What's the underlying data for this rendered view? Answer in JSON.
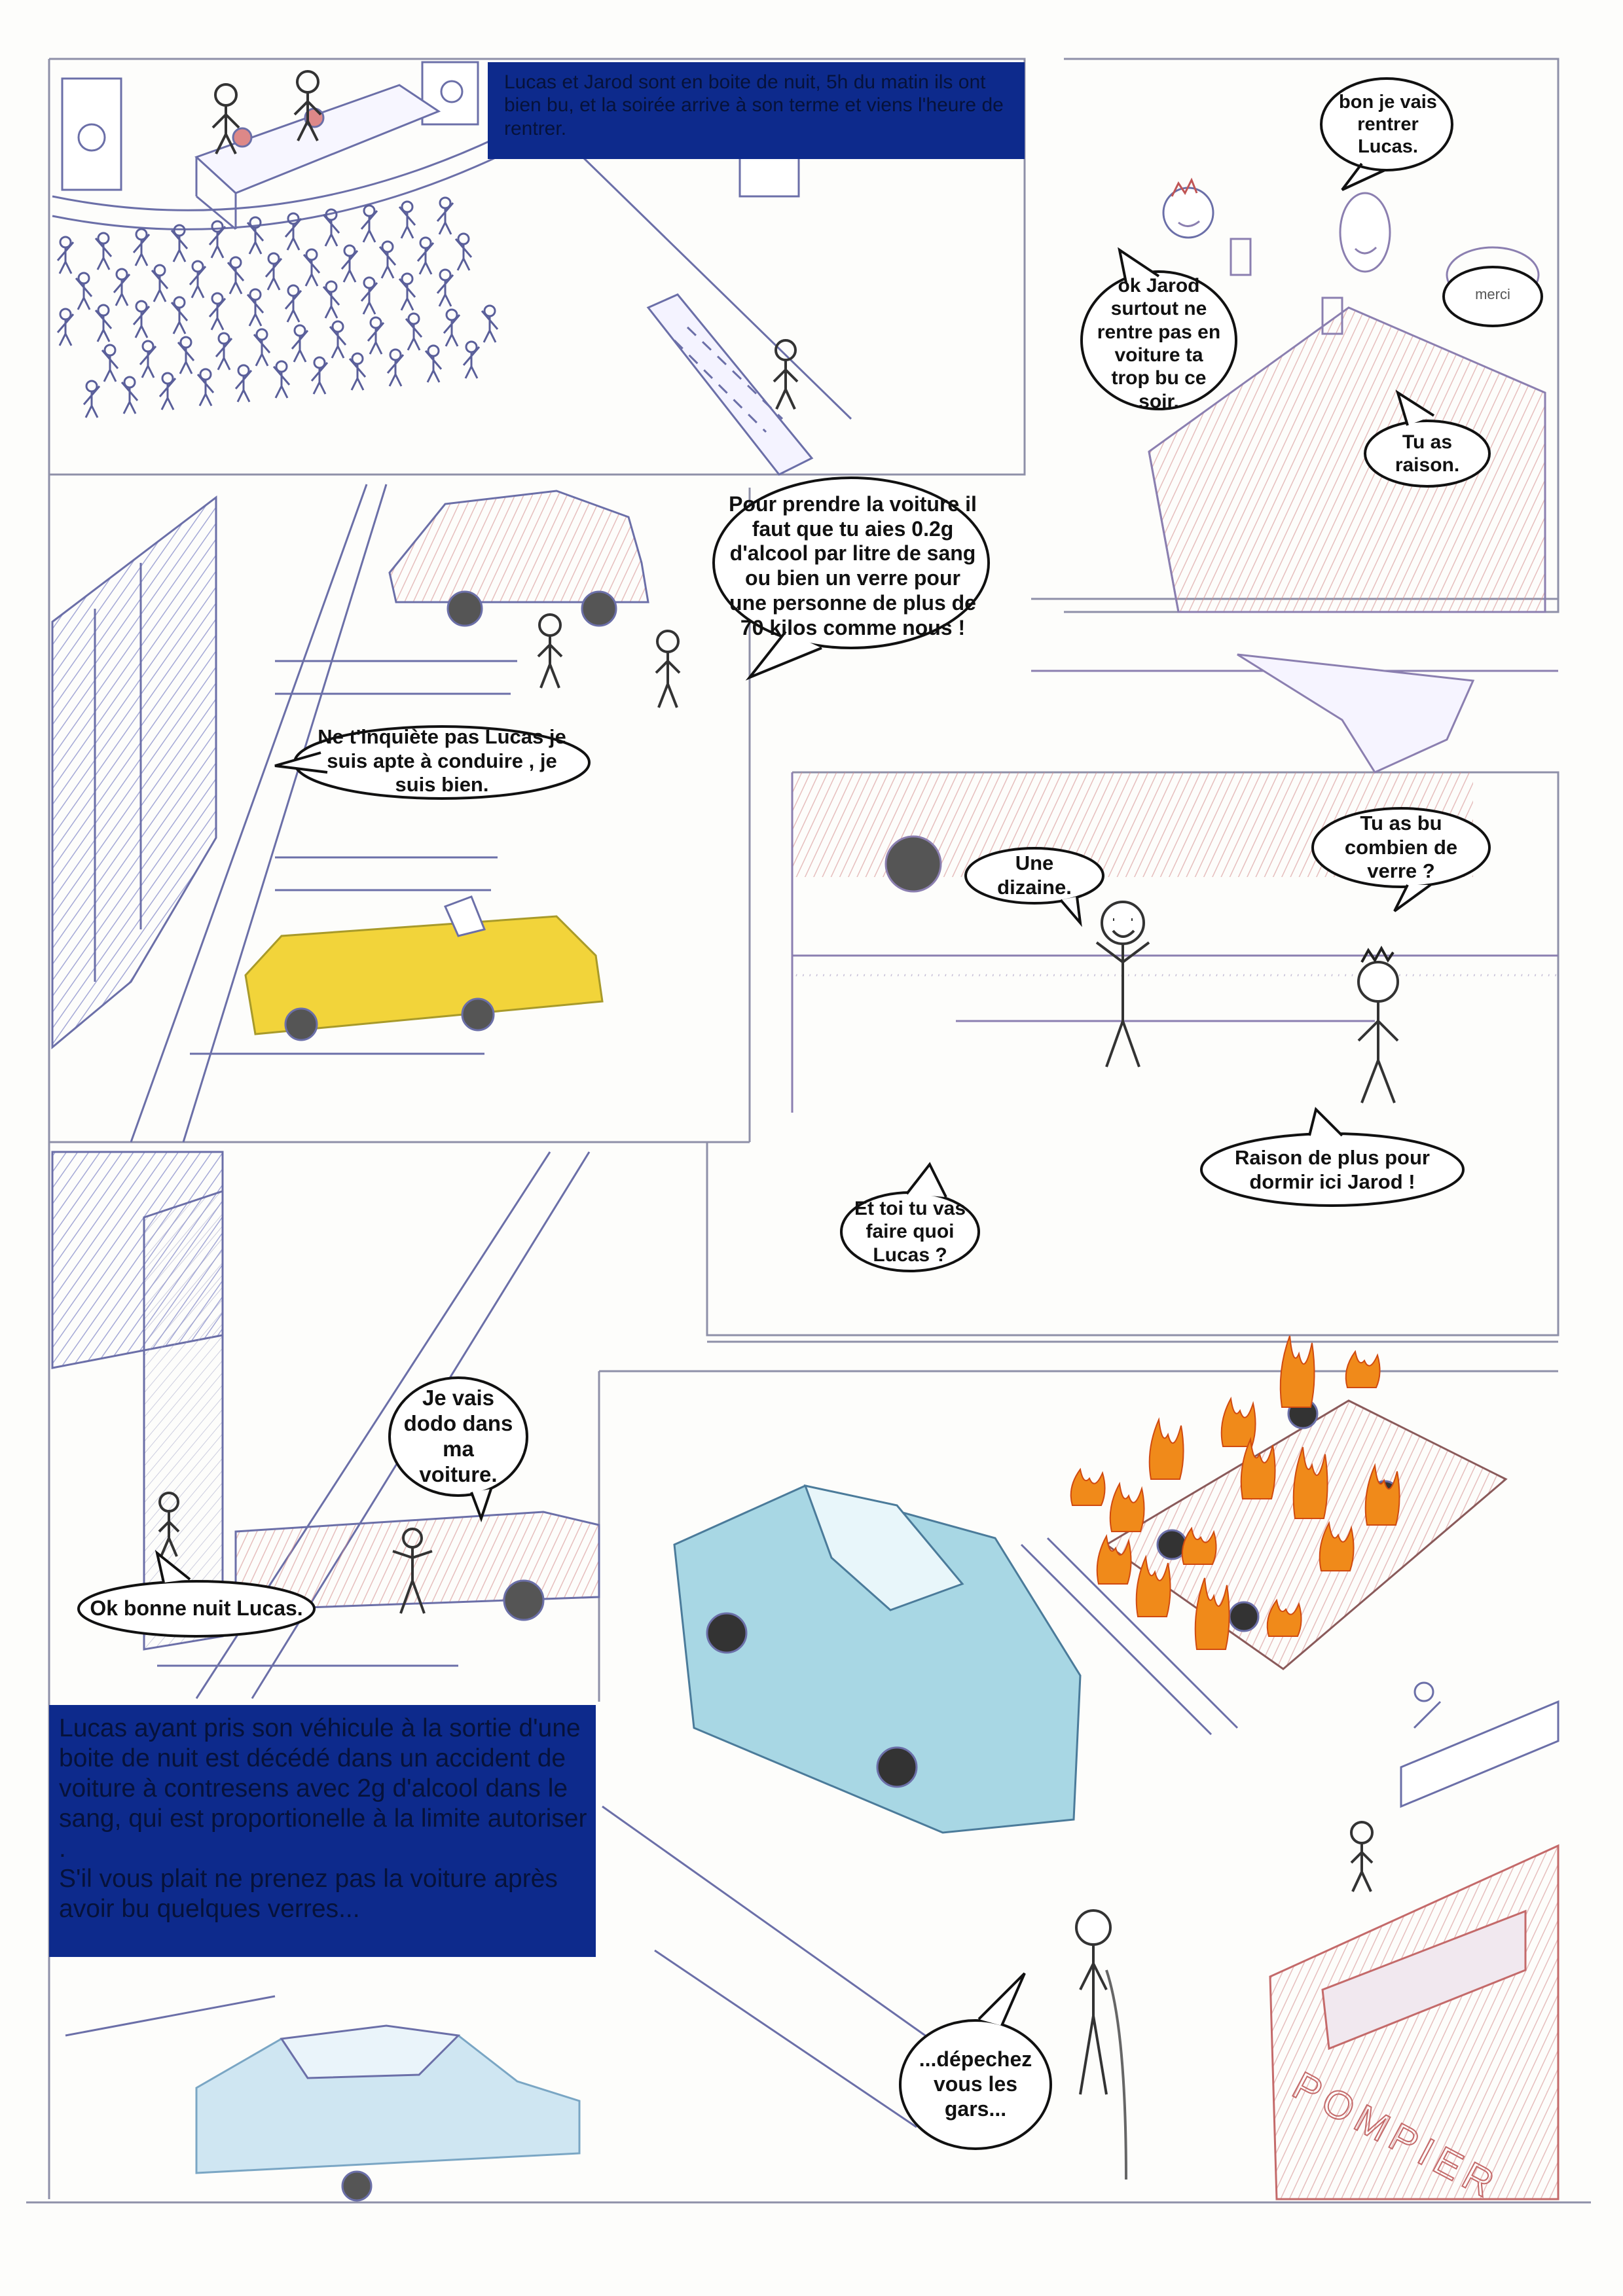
{
  "captions": {
    "intro": "Lucas et Jarod sont en boite de nuit, 5h du matin ils ont bien bu, et la soirée arrive à son terme et viens l'heure de rentrer.",
    "ending": "Lucas ayant pris son véhicule à la sortie d'une boite de nuit est décédé dans un accident de voiture à contresens avec 2g d'alcool dans le sang, qui est proportionelle à la limite autoriser .\nS'il vous plait ne prenez pas la voiture après avoir bu quelques verres..."
  },
  "bubbles": {
    "rentrer": "bon je vais rentrer Lucas.",
    "okjarod": "ok Jarod surtout ne rentre pas en voiture ta trop bu ce soir.",
    "merci": "merci",
    "raison": "Tu as raison.",
    "pour": "Pour prendre la voiture il faut que tu aies 0.2g d'alcool par litre de sang ou bien un verre pour une personne de plus de 70 kilos comme nous !",
    "inquiete": "Ne t'inquiète pas Lucas je suis apte à conduire , je suis bien.",
    "combien": "Tu as bu combien de verre ?",
    "dizaine": "Une dizaine.",
    "raisonplus": "Raison de plus pour dormir ici Jarod !",
    "ettoi": "Et toi tu vas faire quoi Lucas ?",
    "dodo": "Je vais dodo dans ma voiture.",
    "bonnenuit": "Ok bonne nuit Lucas.",
    "depechez": "...dépechez vous les gars..."
  },
  "signs": {
    "pompier": "POMPIER"
  },
  "colors": {
    "caption_bg": "#0d2a8c",
    "caption_text": "#06123a",
    "pencil": "#6b6fa8",
    "red_pencil": "#c46a6a",
    "yellow_car": "#f2d43a",
    "blue_car": "#7fc2d6",
    "fire": "#f08a1a"
  }
}
